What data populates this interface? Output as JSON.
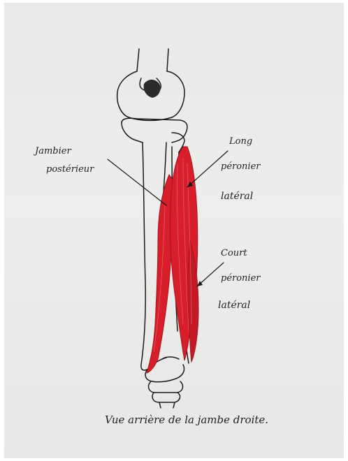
{
  "labels": {
    "tibialis_line1": "Jambier",
    "tibialis_line2": "postérieur",
    "long_line1": "Long",
    "long_line2": "péronier",
    "long_line3": "latéral",
    "short_line1": "Court",
    "short_line2": "péronier",
    "short_line3": "latéral",
    "caption": "Vue arrière de la jambe droite."
  },
  "colors": {
    "paper": "#ececea",
    "ink": "#1a1a1a",
    "muscle": "#d81e2a",
    "muscle_dark": "#a8141e"
  }
}
